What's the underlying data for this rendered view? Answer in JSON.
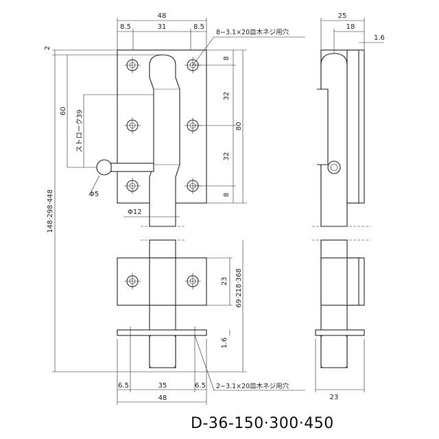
{
  "model_number": "D-36-150·300·450",
  "front_view": {
    "width_total": "48",
    "edge_left": "8.5",
    "hole_pitch": "31",
    "edge_right": "8.5",
    "top_offset": "2",
    "screw_note_top": "8−3.1×20皿木ネジ用穴",
    "pitch_top": "8",
    "pitch_mid1": "32",
    "pitch_mid2": "32",
    "pitch_bottom": "8",
    "plate_height": "80",
    "lever_height": "60",
    "stroke": "ストローク39",
    "knob_dia": "Φ5",
    "pin_dia": "Φ12",
    "total_length": "148·298·448",
    "keeper_length": "69·218·368",
    "keeper_height": "23",
    "catch_thickness": "1.6",
    "bottom_edge_left": "6.5",
    "bottom_pitch": "35",
    "bottom_edge_right": "6.5",
    "bottom_width": "48",
    "screw_note_bottom": "2−3.1×20皿木ネジ用穴"
  },
  "side_view": {
    "depth": "25",
    "pin_offset": "18",
    "plate_thickness": "1.6",
    "base_width": "23"
  }
}
